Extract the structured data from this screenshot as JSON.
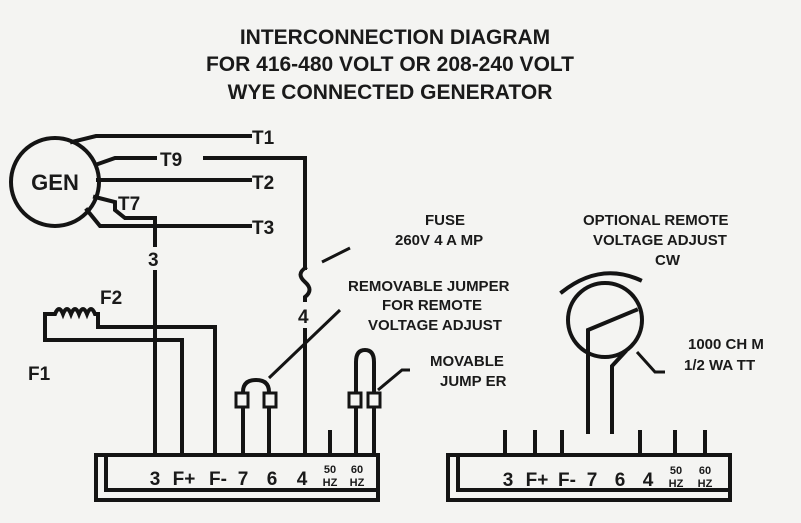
{
  "title": {
    "line1": "INTERCONNECTION  DIAGRAM",
    "line2": "FOR 416-480 VOLT OR 208-240 VOLT",
    "line3": "WYE CONNECTED GENERATOR"
  },
  "generator": {
    "label": "GEN"
  },
  "leads": {
    "t1": "T1",
    "t9": "T9",
    "t2": "T2",
    "t7": "T7",
    "t3": "T3"
  },
  "field": {
    "f1": "F1",
    "f2": "F2"
  },
  "wire_labels": {
    "w3": "3",
    "w4": "4"
  },
  "fuse": {
    "line1": "FUSE",
    "line2": "260V  4 A MP"
  },
  "remote_jumper": {
    "line1": "REMOVABLE JUMPER",
    "line2": "FOR REMOTE",
    "line3": "VOLTAGE ADJUST"
  },
  "movable_jumper": {
    "line1": "MOVABLE",
    "line2": "JUMP ER"
  },
  "remote_adjust": {
    "line1": "OPTIONAL REMOTE",
    "line2": "VOLTAGE ADJUST",
    "line3": "CW"
  },
  "resistor": {
    "line1": "1000 CH M",
    "line2": "1/2 WA TT"
  },
  "terminal_board_left": {
    "terminals": [
      "3",
      "F+",
      "F-",
      "7",
      "6",
      "4"
    ],
    "hz": [
      {
        "num": "50",
        "unit": "HZ"
      },
      {
        "num": "60",
        "unit": "HZ"
      }
    ]
  },
  "terminal_board_right": {
    "terminals": [
      "3",
      "F+",
      "F-",
      "7",
      "6",
      "4"
    ],
    "hz": [
      {
        "num": "50",
        "unit": "HZ"
      },
      {
        "num": "60",
        "unit": "HZ"
      }
    ]
  }
}
